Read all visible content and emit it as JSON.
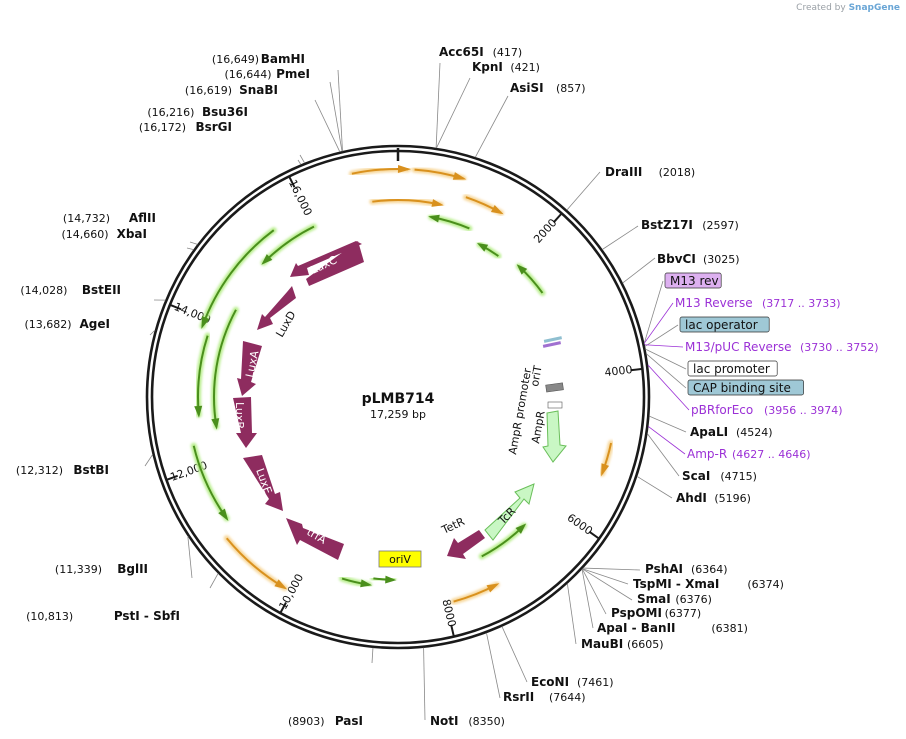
{
  "watermark": {
    "prefix": "Created by",
    "brand": "SnapGene"
  },
  "plasmid": {
    "name": "pLMB714",
    "length_label": "17,259 bp",
    "total_bp": 17259
  },
  "colors": {
    "backbone": "#1a1a1a",
    "cds": "#8e2c5f",
    "marker": "#c9f7c4",
    "origin": "#ffff00",
    "green_arrow": "#4a8f1c",
    "orange_arrow": "#d9911e",
    "primer": "#9b30d6",
    "feature_box_blue": "#9fc8d6",
    "feature_box_purple": "#ddb0f0"
  },
  "ticks": [
    {
      "label": "2000",
      "bp": 2000
    },
    {
      "label": "4000",
      "bp": 4000
    },
    {
      "label": "6000",
      "bp": 6000
    },
    {
      "label": "8000",
      "bp": 8000
    },
    {
      "label": "10,000",
      "bp": 10000
    },
    {
      "label": "12,000",
      "bp": 12000
    },
    {
      "label": "14,000",
      "bp": 14000
    },
    {
      "label": "16,000",
      "bp": 16000
    }
  ],
  "left_labels": [
    {
      "pos": "(16,649)",
      "name": "BamHI",
      "bp": 16649
    },
    {
      "pos": "(16,644)",
      "name": "PmeI",
      "bp": 16644
    },
    {
      "pos": "(16,619)",
      "name": "SnaBI",
      "bp": 16619
    },
    {
      "pos": "(16,216)",
      "name": "Bsu36I",
      "bp": 16216
    },
    {
      "pos": "(16,172)",
      "name": "BsrGI",
      "bp": 16172
    },
    {
      "pos": "(14,732)",
      "name": "AflII",
      "bp": 14732
    },
    {
      "pos": "(14,660)",
      "name": "XbaI",
      "bp": 14660
    },
    {
      "pos": "(14,028)",
      "name": "BstEII",
      "bp": 14028
    },
    {
      "pos": "(13,682)",
      "name": "AgeI",
      "bp": 13682
    },
    {
      "pos": "(12,312)",
      "name": "BstBI",
      "bp": 12312
    },
    {
      "pos": "(11,339)",
      "name": "BglII",
      "bp": 11339
    },
    {
      "pos": "(10,813)",
      "name": "PstI  -  SbfI",
      "bp": 10813
    },
    {
      "pos": "(8903)",
      "name": "PasI",
      "bp": 8903
    }
  ],
  "right_labels": [
    {
      "name": "Acc65I",
      "pos": "(417)",
      "bp": 417
    },
    {
      "name": "KpnI",
      "pos": "(421)",
      "bp": 421
    },
    {
      "name": "AsiSI",
      "pos": "(857)",
      "bp": 857
    },
    {
      "name": "DraIII",
      "pos": "(2018)",
      "bp": 2018
    },
    {
      "name": "BstZ17I",
      "pos": "(2597)",
      "bp": 2597
    },
    {
      "name": "BbvCI",
      "pos": "(3025)",
      "bp": 3025
    },
    {
      "name": "ApaLI",
      "pos": "(4524)",
      "bp": 4524
    },
    {
      "name": "ScaI",
      "pos": "(4715)",
      "bp": 4715
    },
    {
      "name": "AhdI",
      "pos": "(5196)",
      "bp": 5196
    },
    {
      "name": "PshAI",
      "pos": "(6364)",
      "bp": 6364
    },
    {
      "name": "TspMI  -  XmaI",
      "pos": "(6374)",
      "bp": 6374
    },
    {
      "name": "SmaI",
      "pos": "(6376)",
      "bp": 6376
    },
    {
      "name": "PspOMI",
      "pos": "(6377)",
      "bp": 6377
    },
    {
      "name": "ApaI  -  BanII",
      "pos": "(6381)",
      "bp": 6381
    },
    {
      "name": "MauBI",
      "pos": "(6605)",
      "bp": 6605
    },
    {
      "name": "EcoNI",
      "pos": "(7461)",
      "bp": 7461
    },
    {
      "name": "RsrII",
      "pos": "(7644)",
      "bp": 7644
    },
    {
      "name": "NotI",
      "pos": "(8350)",
      "bp": 8350
    }
  ],
  "features_right": [
    {
      "name": "M13 rev",
      "kind": "box",
      "box": "purple",
      "bp": 3725
    },
    {
      "name": "M13 Reverse",
      "range": "(3717 .. 3733)",
      "kind": "primer",
      "bp": 3725
    },
    {
      "name": "lac operator",
      "kind": "box",
      "box": "blue",
      "bp": 3760
    },
    {
      "name": "M13/pUC Reverse",
      "range": "(3730 .. 3752)",
      "kind": "primer",
      "bp": 3741
    },
    {
      "name": "lac promoter",
      "kind": "box",
      "box": "white",
      "bp": 3790
    },
    {
      "name": "CAP binding site",
      "kind": "box",
      "box": "blue",
      "bp": 3840
    },
    {
      "name": "pBRforEco",
      "range": "(3956 .. 3974)",
      "kind": "primer",
      "bp": 3965
    },
    {
      "name": "Amp-R",
      "range": "(4627 .. 4646)",
      "kind": "primer",
      "bp": 4636
    }
  ],
  "inner_labels": {
    "ampr_promoter": "AmpR promoter",
    "ampr": "AmpR",
    "orit": "oriT",
    "tetr": "TetR",
    "tcr": "TcR",
    "oriv": "oriV",
    "luxc": "LuxC",
    "luxd": "LuxD",
    "luxa": "LuxA",
    "luxb": "LuxB",
    "luxe": "LuxE",
    "trfa": "trfA"
  }
}
